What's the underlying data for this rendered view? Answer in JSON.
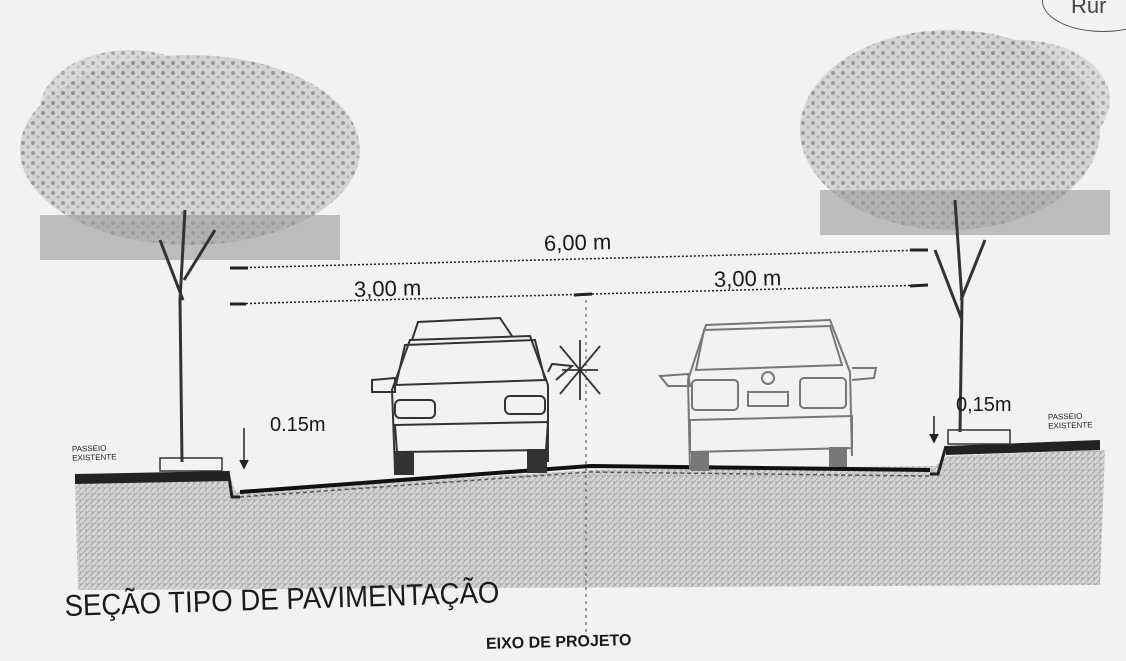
{
  "diagram": {
    "title": "SEÇÃO TIPO DE PAVIMENTAÇÃO",
    "axis_label": "EIXO DE PROJETO",
    "dimensions": {
      "total_width": "6,00 m",
      "left_lane": "3,00 m",
      "right_lane": "3,00 m",
      "left_curb_height": "0.15m",
      "right_curb_height": "0,15m"
    },
    "sidewalks": {
      "left_label_line1": "PASSEIO",
      "left_label_line2": "EXISTENTE",
      "right_label_line1": "PASSEIO",
      "right_label_line2": "EXISTENTE"
    },
    "stamp_text": "Rur"
  },
  "colors": {
    "ink": "#1a1a1a",
    "ground": "#c9c9c9",
    "foliage": "#9a9a9a",
    "background": "#f2f2f2"
  },
  "icons": [
    "tree",
    "car-front",
    "car-rear",
    "axis-star"
  ]
}
